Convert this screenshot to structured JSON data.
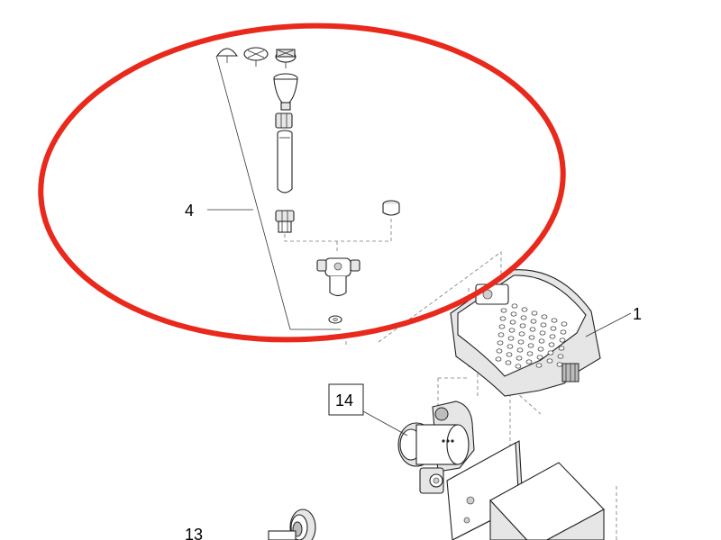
{
  "callouts": {
    "part_1": "1",
    "part_4": "4",
    "part_13": "13",
    "part_14": "14"
  },
  "highlight": {
    "color": "#e8291c"
  }
}
